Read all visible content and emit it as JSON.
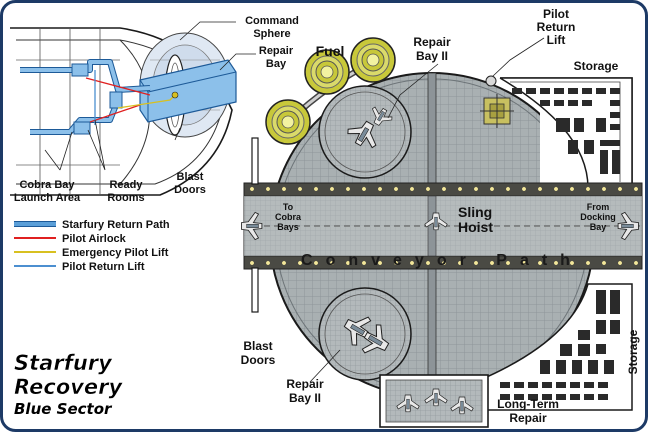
{
  "labels": {
    "command_sphere": [
      "Command",
      "Sphere"
    ],
    "repair_bay_left": [
      "Repair",
      "Bay"
    ],
    "blast_doors_left": [
      "Blast",
      "Doors"
    ],
    "cobra_bay_launch": [
      "Cobra Bay",
      "Launch Area"
    ],
    "ready_rooms": [
      "Ready",
      "Rooms"
    ],
    "fuel": "Fuel",
    "repair_bay_ii_top": [
      "Repair",
      "Bay II"
    ],
    "pilot_return_lift": [
      "Pilot",
      "Return",
      "Lift"
    ],
    "storage_top": "Storage",
    "storage_right": "Storage",
    "to_cobra_bays": [
      "To",
      "Cobra",
      "Bays"
    ],
    "sling_hoist": [
      "Sling",
      "Hoist"
    ],
    "from_docking_bay": [
      "From",
      "Docking",
      "Bay"
    ],
    "conveyor_path": "Conveyor Path",
    "blast_doors_main": [
      "Blast",
      "Doors"
    ],
    "repair_bay_ii_bottom": [
      "Repair",
      "Bay II"
    ],
    "long_term_repair": [
      "Long-Term",
      "Repair"
    ]
  },
  "legend": [
    {
      "label": "Starfury Return Path",
      "color": "#5b9fd8",
      "style": "thick"
    },
    {
      "label": "Pilot Airlock",
      "color": "#e02020",
      "style": "thin"
    },
    {
      "label": "Emergency Pilot Lift",
      "color": "#d8c020",
      "style": "thin"
    },
    {
      "label": "Pilot Return Lift",
      "color": "#4c8fd0",
      "style": "thin"
    }
  ],
  "title": [
    "Starfury",
    "Recovery",
    "Blue Sector"
  ],
  "colors": {
    "floor": "#a9b0b2",
    "floor_grid": "#8e969a",
    "fuel_tank": "#c8c83a",
    "conveyor": "#4a4a44",
    "frame": "#1d3a66",
    "blue_path": "#5b9fd8"
  }
}
